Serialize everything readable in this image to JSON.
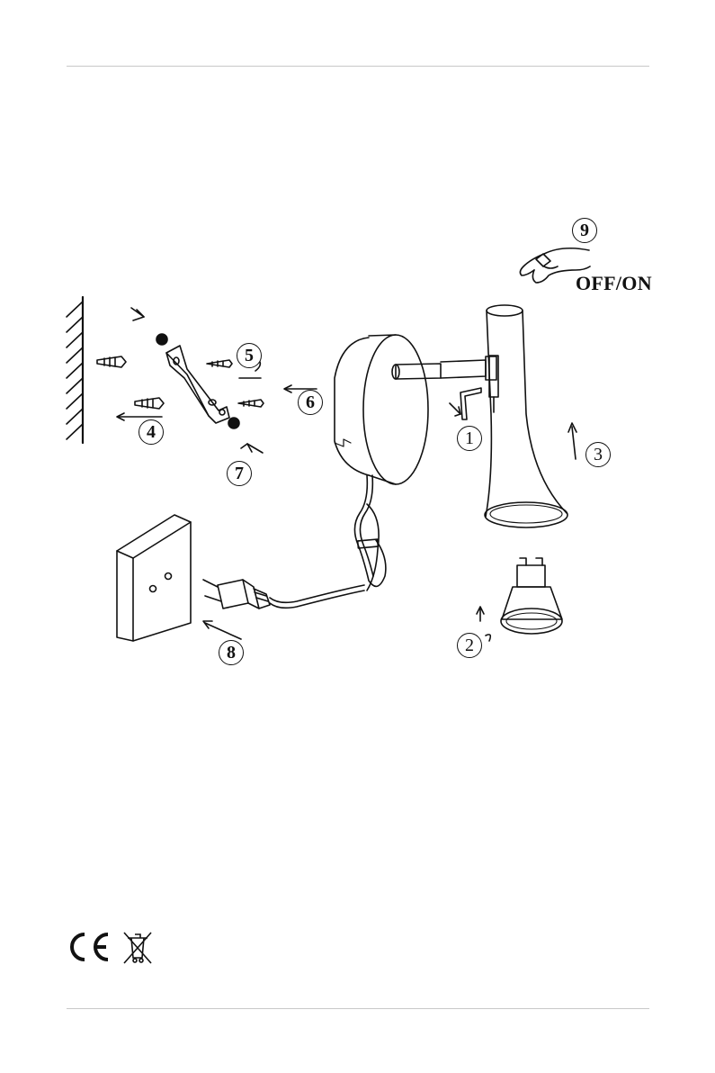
{
  "steps": [
    {
      "id": "1",
      "label": "1"
    },
    {
      "id": "2",
      "label": "2"
    },
    {
      "id": "3",
      "label": "3"
    },
    {
      "id": "4",
      "label": "4"
    },
    {
      "id": "5",
      "label": "5"
    },
    {
      "id": "6",
      "label": "6"
    },
    {
      "id": "7",
      "label": "7"
    },
    {
      "id": "8",
      "label": "8"
    },
    {
      "id": "9",
      "label": "9"
    }
  ],
  "switch_label": "OFF/ON",
  "compliance": {
    "marks": [
      "ce-mark-icon",
      "weee-crossed-bin-icon"
    ]
  }
}
